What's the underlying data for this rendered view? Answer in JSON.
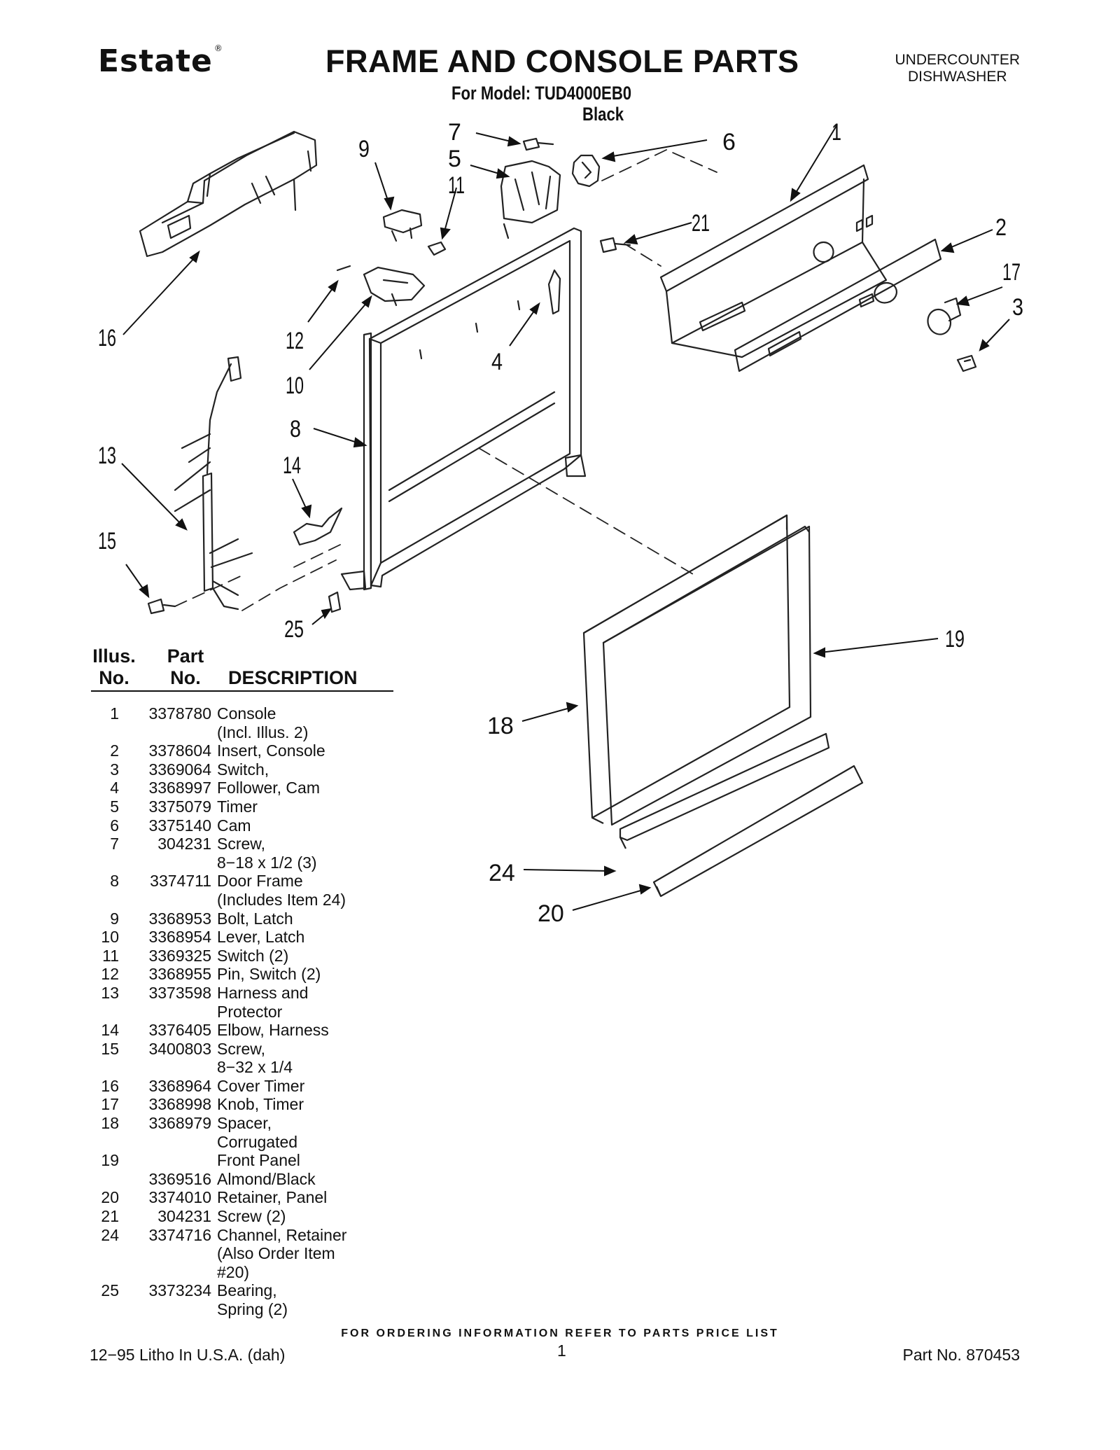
{
  "header": {
    "brand": "Estate",
    "brand_mark": "®",
    "title": "FRAME AND CONSOLE PARTS",
    "model_line": "For Model: TUD4000EB0",
    "color": "Black",
    "appliance_line1": "UNDERCOUNTER",
    "appliance_line2": "DISHWASHER"
  },
  "diagram": {
    "callouts": [
      "1",
      "2",
      "3",
      "4",
      "5",
      "6",
      "7",
      "8",
      "9",
      "10",
      "11",
      "12",
      "13",
      "14",
      "15",
      "16",
      "17",
      "18",
      "19",
      "20",
      "21",
      "24",
      "25"
    ]
  },
  "parts_table": {
    "headers": {
      "illus_line1": "Illus.",
      "illus_line2": "No.",
      "part_line1": "Part",
      "part_line2": "No.",
      "description": "DESCRIPTION"
    },
    "rows": [
      {
        "illus": "1",
        "part": "3378780",
        "desc": "Console\n(Incl. Illus. 2)"
      },
      {
        "illus": "2",
        "part": "3378604",
        "desc": "Insert, Console"
      },
      {
        "illus": "3",
        "part": "3369064",
        "desc": "Switch,"
      },
      {
        "illus": "4",
        "part": "3368997",
        "desc": "Follower, Cam"
      },
      {
        "illus": "5",
        "part": "3375079",
        "desc": "Timer"
      },
      {
        "illus": "6",
        "part": "3375140",
        "desc": "Cam"
      },
      {
        "illus": "7",
        "part": "304231",
        "desc": "Screw,\n8−18 x 1/2 (3)"
      },
      {
        "illus": "8",
        "part": "3374711",
        "desc": "Door Frame\n(Includes Item 24)"
      },
      {
        "illus": "9",
        "part": "3368953",
        "desc": "Bolt, Latch"
      },
      {
        "illus": "10",
        "part": "3368954",
        "desc": "Lever, Latch"
      },
      {
        "illus": "11",
        "part": "3369325",
        "desc": "Switch (2)"
      },
      {
        "illus": "12",
        "part": "3368955",
        "desc": "Pin, Switch (2)"
      },
      {
        "illus": "13",
        "part": "3373598",
        "desc": "Harness and\nProtector"
      },
      {
        "illus": "14",
        "part": "3376405",
        "desc": "Elbow, Harness"
      },
      {
        "illus": "15",
        "part": "3400803",
        "desc": "Screw,\n8−32 x 1/4"
      },
      {
        "illus": "16",
        "part": "3368964",
        "desc": "Cover Timer"
      },
      {
        "illus": "17",
        "part": "3368998",
        "desc": "Knob, Timer"
      },
      {
        "illus": "18",
        "part": "3368979",
        "desc": "Spacer,\nCorrugated"
      },
      {
        "illus": "19",
        "part": "",
        "desc": "Front Panel"
      },
      {
        "illus": "",
        "part": "3369516",
        "desc": "Almond/Black"
      },
      {
        "illus": "20",
        "part": "3374010",
        "desc": "Retainer, Panel"
      },
      {
        "illus": "21",
        "part": "304231",
        "desc": "Screw (2)"
      },
      {
        "illus": "24",
        "part": "3374716",
        "desc": "Channel, Retainer\n(Also Order Item\n#20)"
      },
      {
        "illus": "25",
        "part": "3373234",
        "desc": "Bearing,\nSpring (2)"
      }
    ]
  },
  "footer": {
    "order_note": "FOR ORDERING INFORMATION REFER TO PARTS PRICE LIST",
    "litho": "12−95 Litho In U.S.A. (dah)",
    "page_number": "1",
    "part_no": "Part No. 870453"
  }
}
